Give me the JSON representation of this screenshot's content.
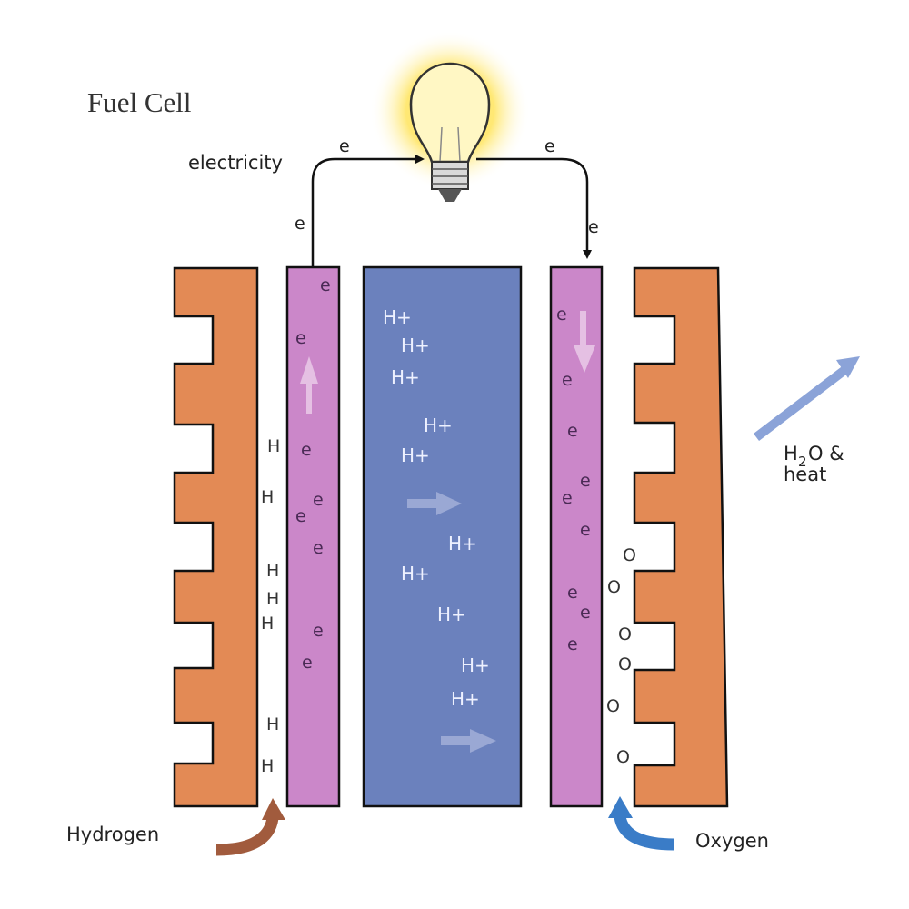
{
  "title": "Fuel Cell",
  "labels": {
    "electricity": "electricity",
    "hydrogen": "Hydrogen",
    "oxygen": "Oxygen",
    "product_h": "H",
    "product_sub": "2",
    "product_rest": "O &",
    "product_heat": "heat"
  },
  "glyphs": {
    "electron": "e",
    "hydrogen_atom": "H",
    "proton": "H+",
    "oxygen_atom": "O"
  },
  "colors": {
    "plate": "#e38a55",
    "electrode": "#cb87c9",
    "electrolyte": "#6b81bd",
    "hydrogen_arrow": "#a15b3d",
    "oxygen_arrow": "#3a7cc7",
    "product_arrow": "#8ba3d8",
    "bulb_glow": "#ffd94a"
  },
  "icons": [
    "light-bulb-icon",
    "up-arrow-icon",
    "down-arrow-icon",
    "right-arrow-icon",
    "curved-arrow-icon"
  ]
}
